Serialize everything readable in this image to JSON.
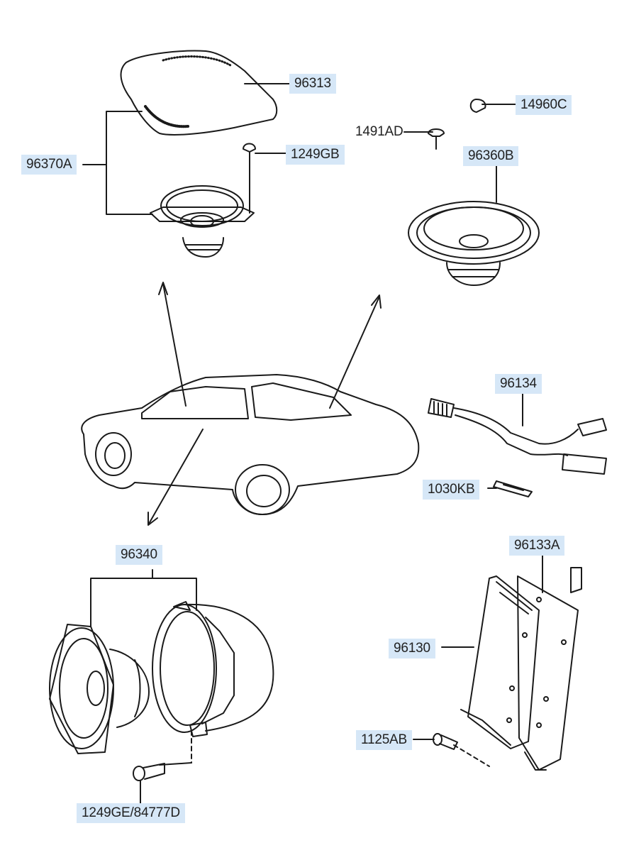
{
  "callouts": {
    "p96313": "96313",
    "p14960c": "14960C",
    "p1491ad": "1491AD",
    "p96370a": "96370A",
    "p1249gb": "1249GB",
    "p96360b": "96360B",
    "p96134": "96134",
    "p1030kb": "1030KB",
    "p96340": "96340",
    "p96133a": "96133A",
    "p96130": "96130",
    "p1125ab": "1125AB",
    "p1249ge": "1249GE/84777D"
  },
  "colors": {
    "label_bg": "#d6e7f7",
    "line": "#1a1a1a"
  }
}
